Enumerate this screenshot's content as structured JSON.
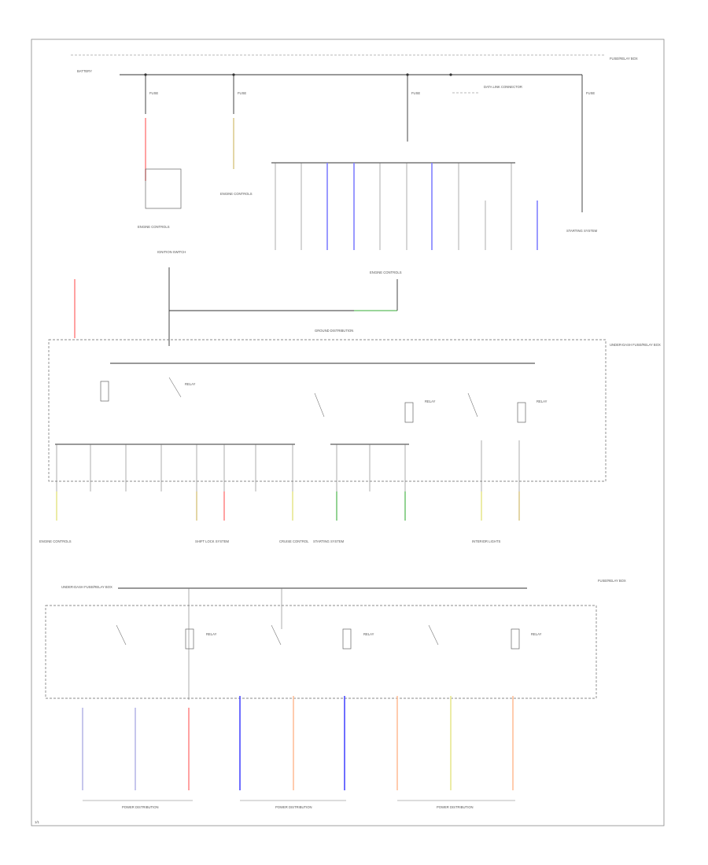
{
  "colors": {
    "red": "#ff8a8a",
    "blue": "#8080ff",
    "deep_blue": "#4a4aff",
    "yellow": "#e8e890",
    "tan": "#dccb90",
    "green": "#7ac87a",
    "orange": "#ffc09a",
    "violet": "#b8b8e8",
    "black": "#333333"
  },
  "labels": {
    "fuse_box_top": "FUSE/RELAY BOX",
    "fuse_box_main": "UNDER-DASH FUSE/RELAY BOX",
    "fuse_box_right": "FUSE/RELAY BOX",
    "fuse_box_bottom": "UNDER-DASH FUSE/RELAY BOX",
    "power_source": "BATTERY",
    "ignition": "IGNITION SWITCH",
    "engine_ctrl": "ENGINE CONTROLS",
    "starting": "STARTING SYSTEM",
    "data_link": "DATA LINK CONNECTOR",
    "ground_dist": "GROUND DISTRIBUTION",
    "power_dist": "POWER DISTRIBUTION",
    "fuse": "FUSE",
    "relay": "RELAY",
    "shift_lock": "SHIFT LOCK SYSTEM",
    "cruise": "CRUISE CONTROL",
    "interior": "INTERIOR LIGHTS",
    "page_no": "1/1"
  }
}
